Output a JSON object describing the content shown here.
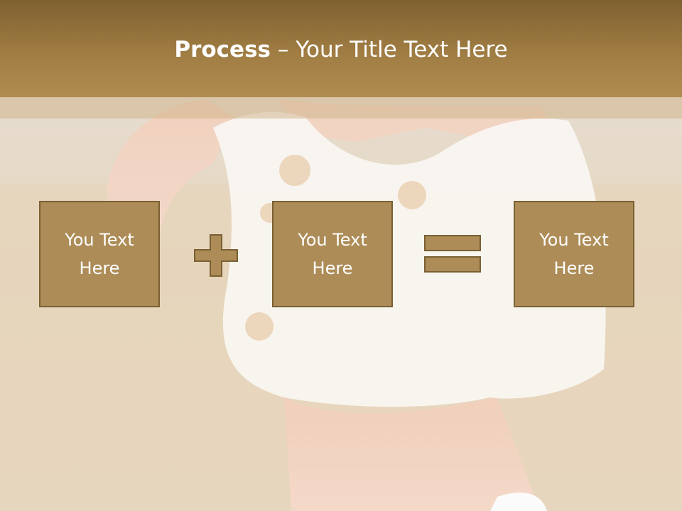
{
  "title": {
    "bold": "Process",
    "rest": " – Your Title Text Here"
  },
  "boxes": [
    {
      "text": "You Text Here"
    },
    {
      "text": "You Text Here"
    },
    {
      "text": "You Text Here"
    }
  ],
  "operators": [
    "plus",
    "equals"
  ],
  "colors": {
    "title_bar": "#a07d43",
    "box_fill": "#ad8c57",
    "box_border": "#7a6033",
    "text": "#ffffff"
  }
}
